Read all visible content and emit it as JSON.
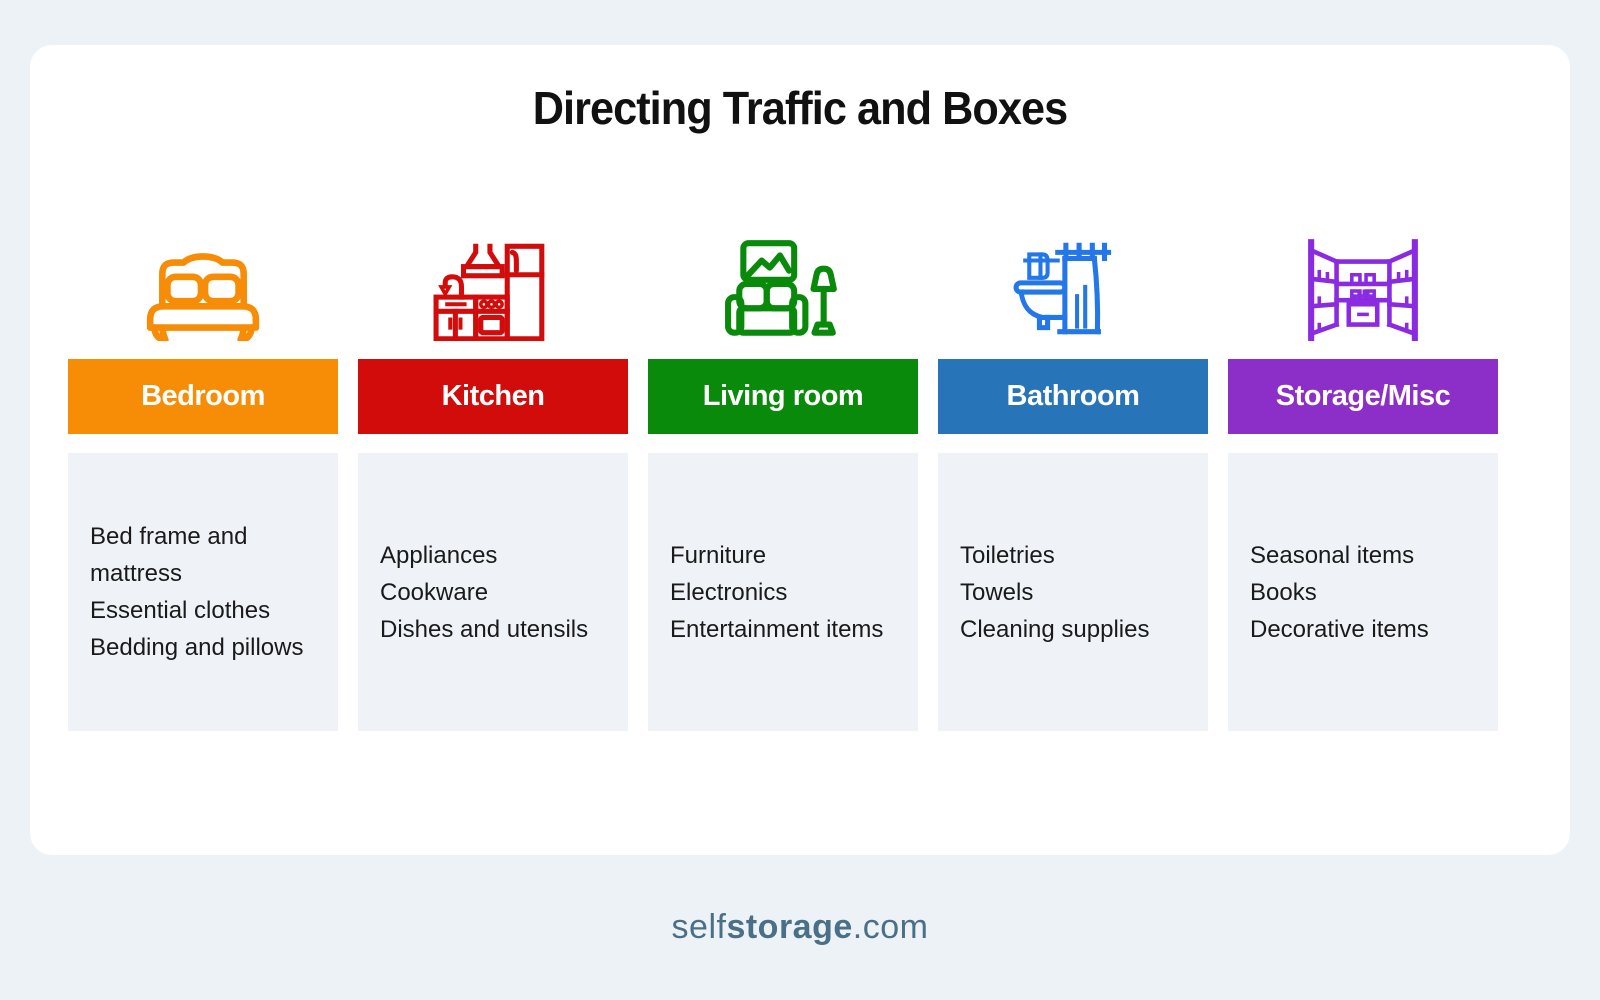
{
  "page": {
    "title": "Directing Traffic and Boxes",
    "background_color": "#EDF2F7",
    "card_color": "#FFFFFF",
    "panel_color": "#EFF3F8"
  },
  "columns": [
    {
      "label": "Bedroom",
      "color": "#F78C06",
      "icon": "bed-icon",
      "icon_color": "#F78C06",
      "items": [
        "Bed frame and mattress",
        "Essential clothes",
        "Bedding and pillows"
      ]
    },
    {
      "label": "Kitchen",
      "color": "#D20B0B",
      "icon": "kitchen-icon",
      "icon_color": "#D20B0B",
      "items": [
        "Appliances",
        "Cookware",
        "Dishes and utensils"
      ]
    },
    {
      "label": "Living room",
      "color": "#0A8A0A",
      "icon": "sofa-icon",
      "icon_color": "#0A8A0A",
      "items": [
        "Furniture",
        "Electronics",
        "Entertainment items"
      ]
    },
    {
      "label": "Bathroom",
      "color": "#2874B8",
      "icon": "bathtub-icon",
      "icon_color": "#2377E8",
      "items": [
        "Toiletries",
        "Towels",
        "Cleaning supplies"
      ]
    },
    {
      "label": "Storage/Misc",
      "color": "#8C2FC8",
      "icon": "closet-icon",
      "icon_color": "#8A2BE2",
      "items": [
        "Seasonal items",
        "Books",
        "Decorative items"
      ]
    }
  ],
  "footer": {
    "brand_prefix": "self",
    "brand_bold": "storage",
    "brand_suffix": ".com",
    "color": "#4A7087"
  }
}
